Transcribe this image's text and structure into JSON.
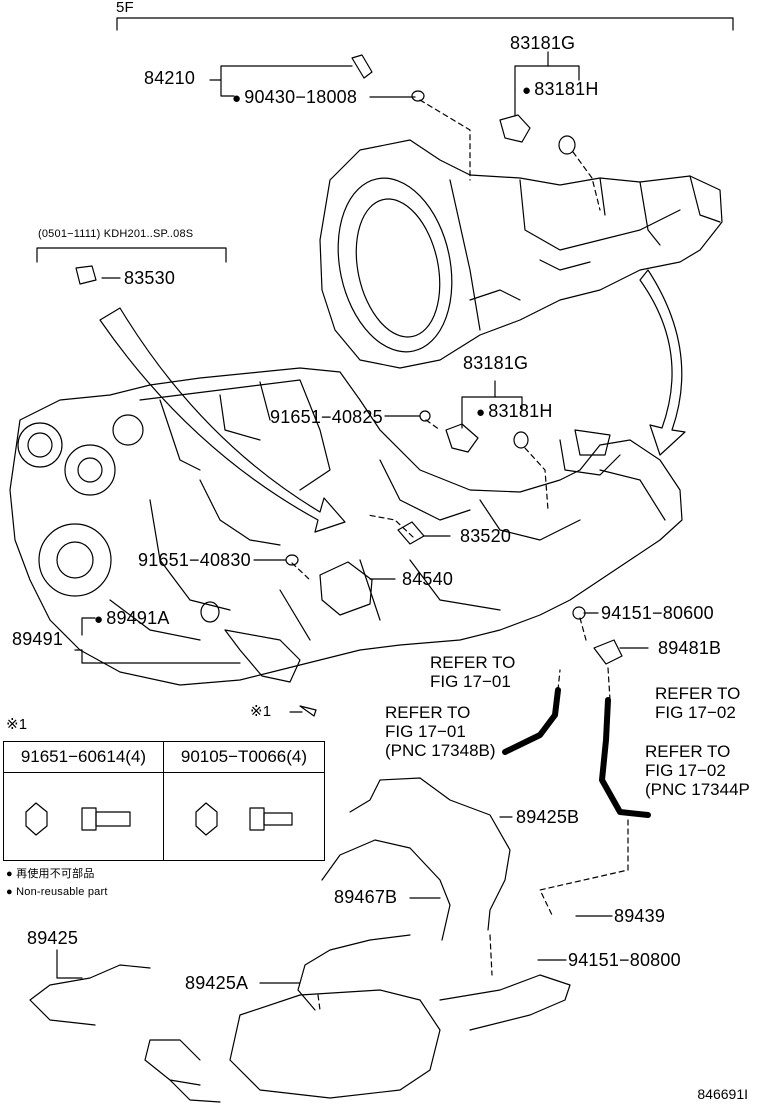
{
  "figure": {
    "corner_code": "5F",
    "figure_id": "846691I"
  },
  "parts": {
    "p84210": "84210",
    "p90430": "90430−18008",
    "p83181G_top": "83181G",
    "p83181H_top": "83181H",
    "applicability": "(0501−1111) KDH201..SP..08S",
    "p83530": "83530",
    "p83181G_mid": "83181G",
    "p91651_40825": "91651−40825",
    "p83181H_mid": "83181H",
    "p83520": "83520",
    "p91651_40830": "91651−40830",
    "p84540": "84540",
    "p94151_80600": "94151−80600",
    "p89491A": "89491A",
    "p89491": "89491",
    "p89481B": "89481B",
    "ref1_line1": "REFER TO",
    "ref1_line2": "FIG 17−01",
    "ref2_line1": "REFER TO",
    "ref2_line2": "FIG 17−02",
    "ref3_line1": "REFER TO",
    "ref3_line2": "FIG 17−01",
    "ref3_line3": "(PNC 17348B)",
    "ref4_line1": "REFER TO",
    "ref4_line2": "FIG 17−02",
    "ref4_line3": "(PNC 17344P",
    "star1_mark": "※1",
    "p89425B": "89425B",
    "p89467B": "89467B",
    "p89439": "89439",
    "p89425": "89425",
    "p94151_80800": "94151−80800",
    "p89425A": "89425A"
  },
  "kit_table": {
    "title": "※1",
    "col1": "91651−60614(4)",
    "col2": "90105−T0066(4)"
  },
  "legend": {
    "line_jp": "再使用不可部品",
    "line_en": "Non-reusable part"
  }
}
